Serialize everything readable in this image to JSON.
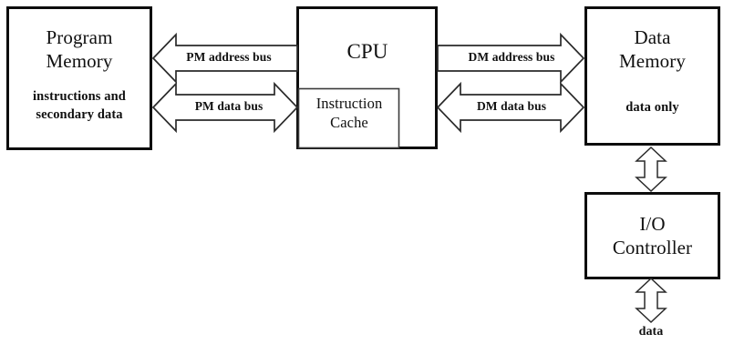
{
  "diagram": {
    "title": "Harvard architecture block diagram with instruction cache",
    "blocks": [
      {
        "id": "program-memory",
        "title": "Program\nMemory",
        "title_line1": "Program",
        "title_line2": "Memory",
        "subtitle_line1": "instructions and",
        "subtitle_line2": "secondary data"
      },
      {
        "id": "cpu",
        "title": "CPU",
        "inner": {
          "id": "instruction-cache",
          "line1": "Instruction",
          "line2": "Cache"
        }
      },
      {
        "id": "data-memory",
        "title_line1": "Data",
        "title_line2": "Memory",
        "subtitle": "data only"
      },
      {
        "id": "io-controller",
        "title_line1": "I/O",
        "title_line2": "Controller"
      }
    ],
    "connections": [
      {
        "id": "pm-address-bus",
        "label": "PM address bus",
        "from": "cpu",
        "to": "program-memory",
        "direction": "left",
        "orientation": "horizontal"
      },
      {
        "id": "pm-data-bus",
        "label": "PM data bus",
        "from": "cpu",
        "to": "program-memory",
        "direction": "bidirectional",
        "orientation": "horizontal"
      },
      {
        "id": "dm-address-bus",
        "label": "DM address bus",
        "from": "cpu",
        "to": "data-memory",
        "direction": "right",
        "orientation": "horizontal"
      },
      {
        "id": "dm-data-bus",
        "label": "DM data bus",
        "from": "cpu",
        "to": "data-memory",
        "direction": "bidirectional",
        "orientation": "horizontal"
      },
      {
        "id": "dm-io-link",
        "label": "",
        "from": "data-memory",
        "to": "io-controller",
        "direction": "bidirectional",
        "orientation": "vertical"
      },
      {
        "id": "io-external-data",
        "label": "data",
        "from": "io-controller",
        "to": "external",
        "direction": "bidirectional",
        "orientation": "vertical"
      }
    ],
    "colors": {
      "background": "#ffffff",
      "block_border": "#0d0d0d",
      "inner_border": "#3a3a3a",
      "arrow_stroke": "#2a2a2a",
      "text": "#101010"
    }
  }
}
